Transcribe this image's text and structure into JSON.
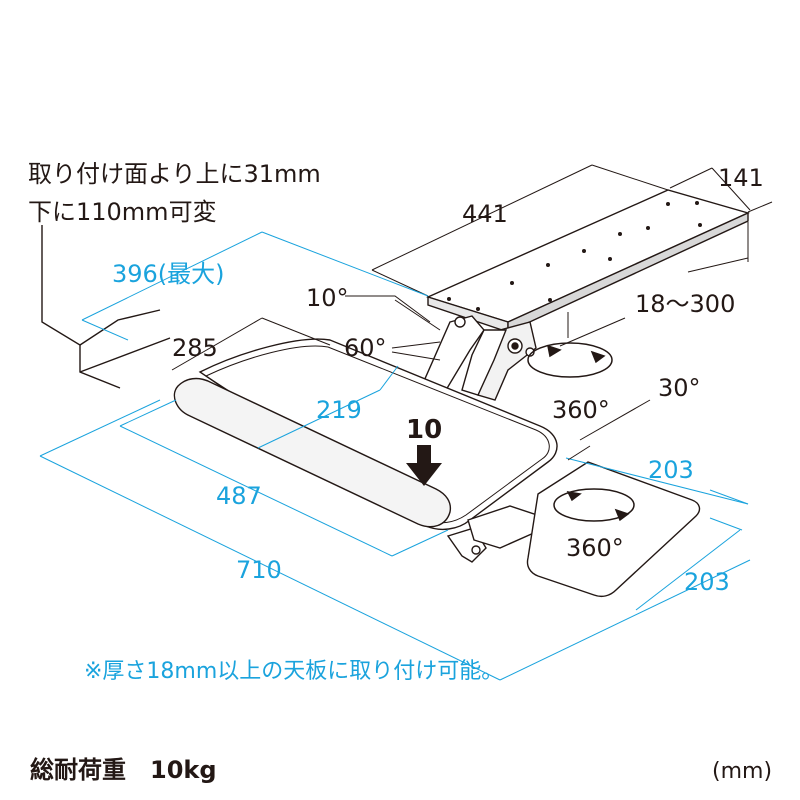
{
  "colors": {
    "dimension_blue": "#1aa3dd",
    "line_black": "#231815",
    "arrow_black": "#231815"
  },
  "note_mount": {
    "line1": "取り付け面より上に31mm",
    "line2": "下に110mm可変"
  },
  "dimensions": {
    "tray_length": "441",
    "tray_width": "141",
    "max_depth": "396(最大)",
    "arm_length": "285",
    "angle_up": "10°",
    "angle_down": "60°",
    "height_range": "18～300",
    "rotation_arm": "360°",
    "mouse_tilt": "30°",
    "keyboard_depth": "219",
    "load_value": "10",
    "keyboard_width": "487",
    "overall_width": "710",
    "mouse_depth": "203",
    "mouse_rotation": "360°",
    "mouse_width": "203"
  },
  "footnote": "※厚さ18mm以上の天板に取り付け可能。",
  "footer": {
    "load_label": "総耐荷重　10kg",
    "unit_label": "(mm)"
  }
}
